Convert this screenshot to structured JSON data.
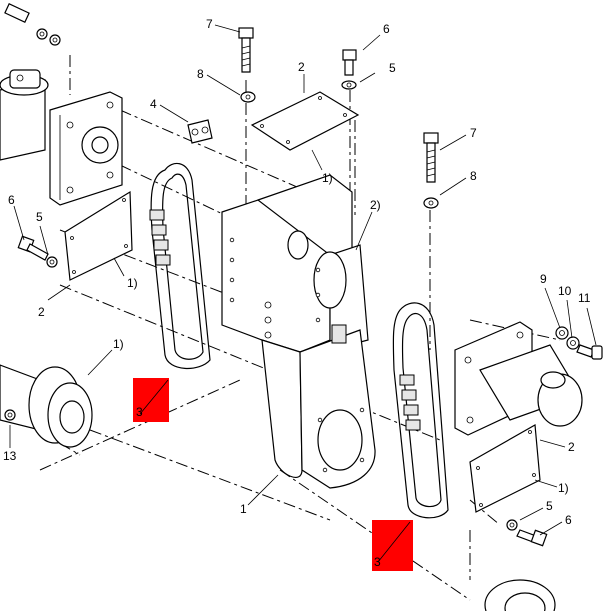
{
  "labels": {
    "l7a": "7",
    "l6a": "6",
    "l8a": "8",
    "l2a": "2",
    "l5a": "5",
    "l4": "4",
    "n1a": "1)",
    "n2": "2)",
    "l7b": "7",
    "l8b": "8",
    "l6b": "6",
    "l5b": "5",
    "n1b": "1)",
    "l2b": "2",
    "n1c": "1)",
    "l13": "13",
    "l9": "9",
    "l10": "10",
    "l11": "11",
    "l2c": "2",
    "n1d": "1)",
    "l5c": "5",
    "l6c": "6",
    "l1": "1"
  },
  "markers": {
    "m1": "3",
    "m2": "3"
  },
  "colors": {
    "marker": "#ff0000",
    "ink": "#000000"
  }
}
